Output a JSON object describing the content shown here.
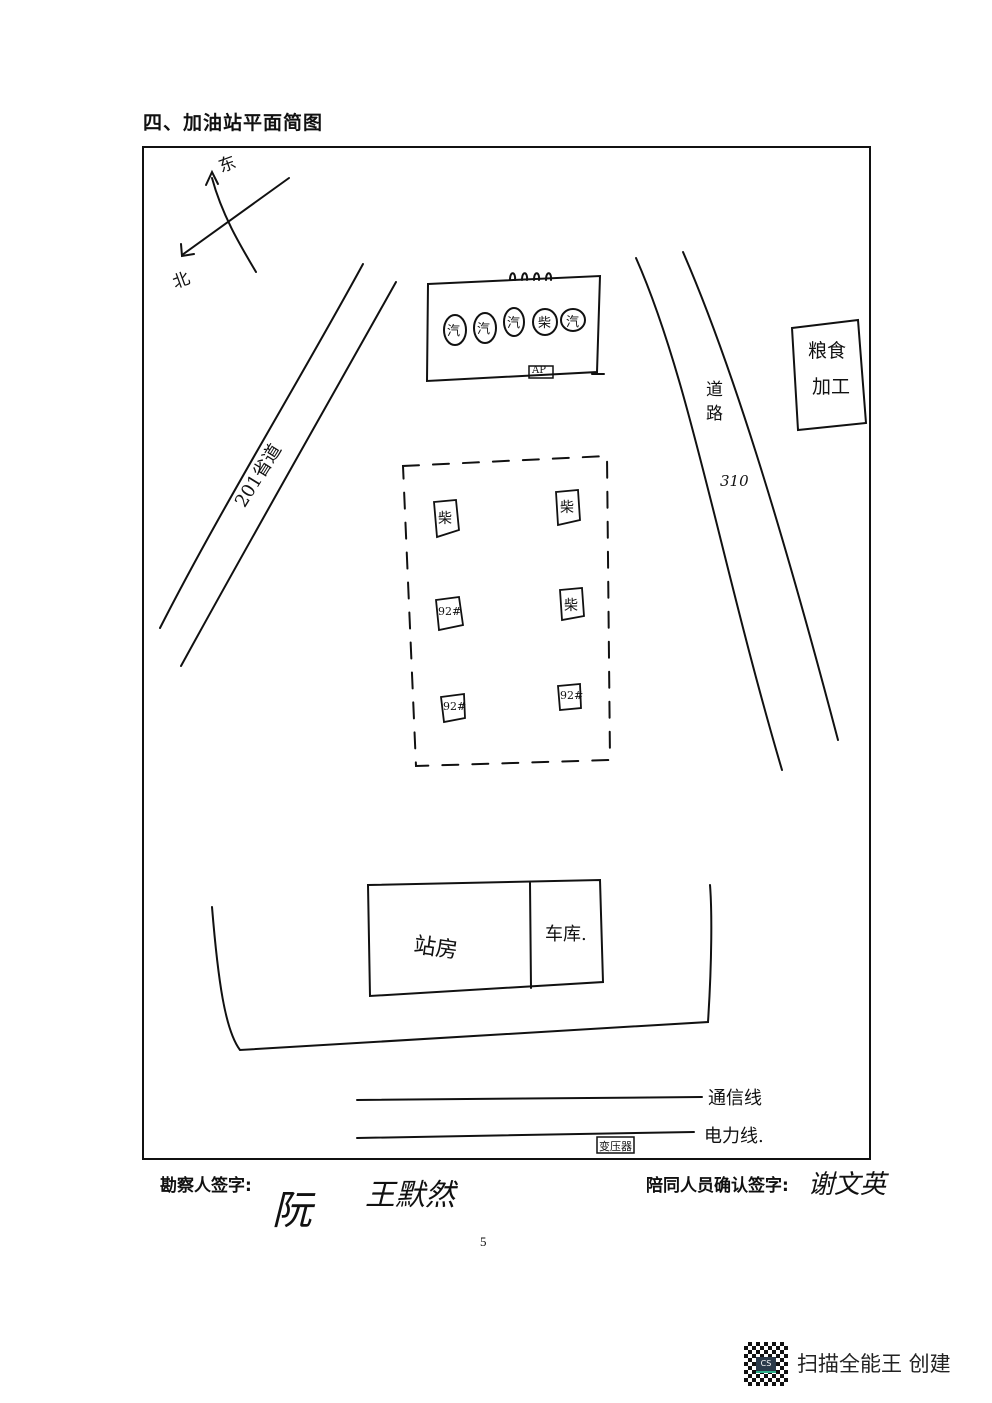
{
  "section_title": "四、加油站平面简图",
  "diagram": {
    "compass": {
      "east": "东",
      "north": "北"
    },
    "road_left": "201省道",
    "road_right": {
      "name": "道路",
      "number": "310"
    },
    "grain_building": {
      "line1": "粮食",
      "line2": "加工"
    },
    "canopy": {
      "dispensers": [
        "汽",
        "汽",
        "汽",
        "柴",
        "汽"
      ],
      "small_box": "AP"
    },
    "tanks": [
      "柴",
      "柴",
      "92#",
      "柴",
      "92#",
      "92#"
    ],
    "station_building": "站房",
    "garage": "车库.",
    "lines": {
      "comm": "通信线",
      "power": "电力线."
    },
    "transformer": "变压器"
  },
  "signatures": {
    "surveyor_label": "勘察人签字:",
    "surveyor_names": [
      "阮",
      "王默然"
    ],
    "companion_label": "陪同人员确认签字:",
    "companion_name": "谢文英"
  },
  "page_number": "5",
  "watermark": {
    "text": "扫描全能王 创建",
    "qr_badge": "CS"
  }
}
